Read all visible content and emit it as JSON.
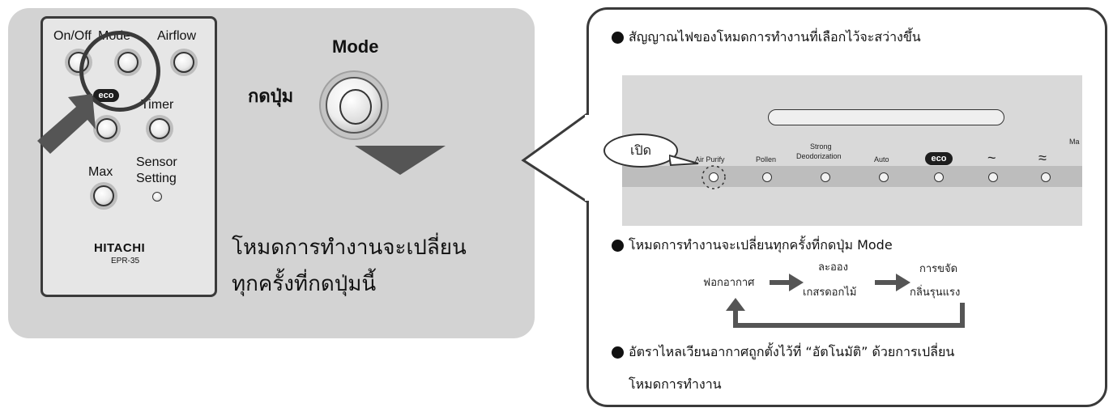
{
  "remote": {
    "labels": {
      "on_off": "On/Off",
      "mode": "Mode",
      "airflow": "Airflow",
      "eco": "eco",
      "timer": "Timer",
      "max": "Max",
      "sensor_setting_line1": "Sensor",
      "sensor_setting_line2": "Setting"
    },
    "brand": "HITACHI",
    "model": "EPR-35"
  },
  "instruction": {
    "mode_title": "Mode",
    "press_button": "กดปุ่ม",
    "note_line1": "โหมดการทำงานจะเปลี่ยน",
    "note_line2": "ทุกครั้งที่กดปุ่มนี้"
  },
  "info_panel": {
    "bullet1": "สัญญาณไฟของโหมดการทำงานที่เลือกไว้จะสว่างขึ้น",
    "callout_on": "เปิด",
    "device_labels": {
      "air_purify": "Air Purify",
      "pollen": "Pollen",
      "strong_line1": "Strong",
      "strong_line2": "Deodorization",
      "auto": "Auto",
      "eco": "eco",
      "tilde1": "~",
      "tilde2": "≈",
      "max_cut": "Ma"
    },
    "bullet2": "โหมดการทำงานจะเปลี่ยนทุกครั้งที่กดปุ่ม Mode",
    "flow": {
      "step1": "ฟอกอากาศ",
      "step2_line1": "ละออง",
      "step2_line2": "เกสรดอกไม้",
      "step3_line1": "การขจัด",
      "step3_line2": "กลิ่นรุนแรง"
    },
    "bullet3_line1": "อัตราไหลเวียนอากาศถูกตั้งไว้ที่ “อัตโนมัติ” ด้วยการเปลี่ยน",
    "bullet3_line2": "โหมดการทำงาน"
  },
  "colors": {
    "panel_grey": "#d3d3d3",
    "arrow_dark": "#555555",
    "border": "#3a3a3a"
  }
}
